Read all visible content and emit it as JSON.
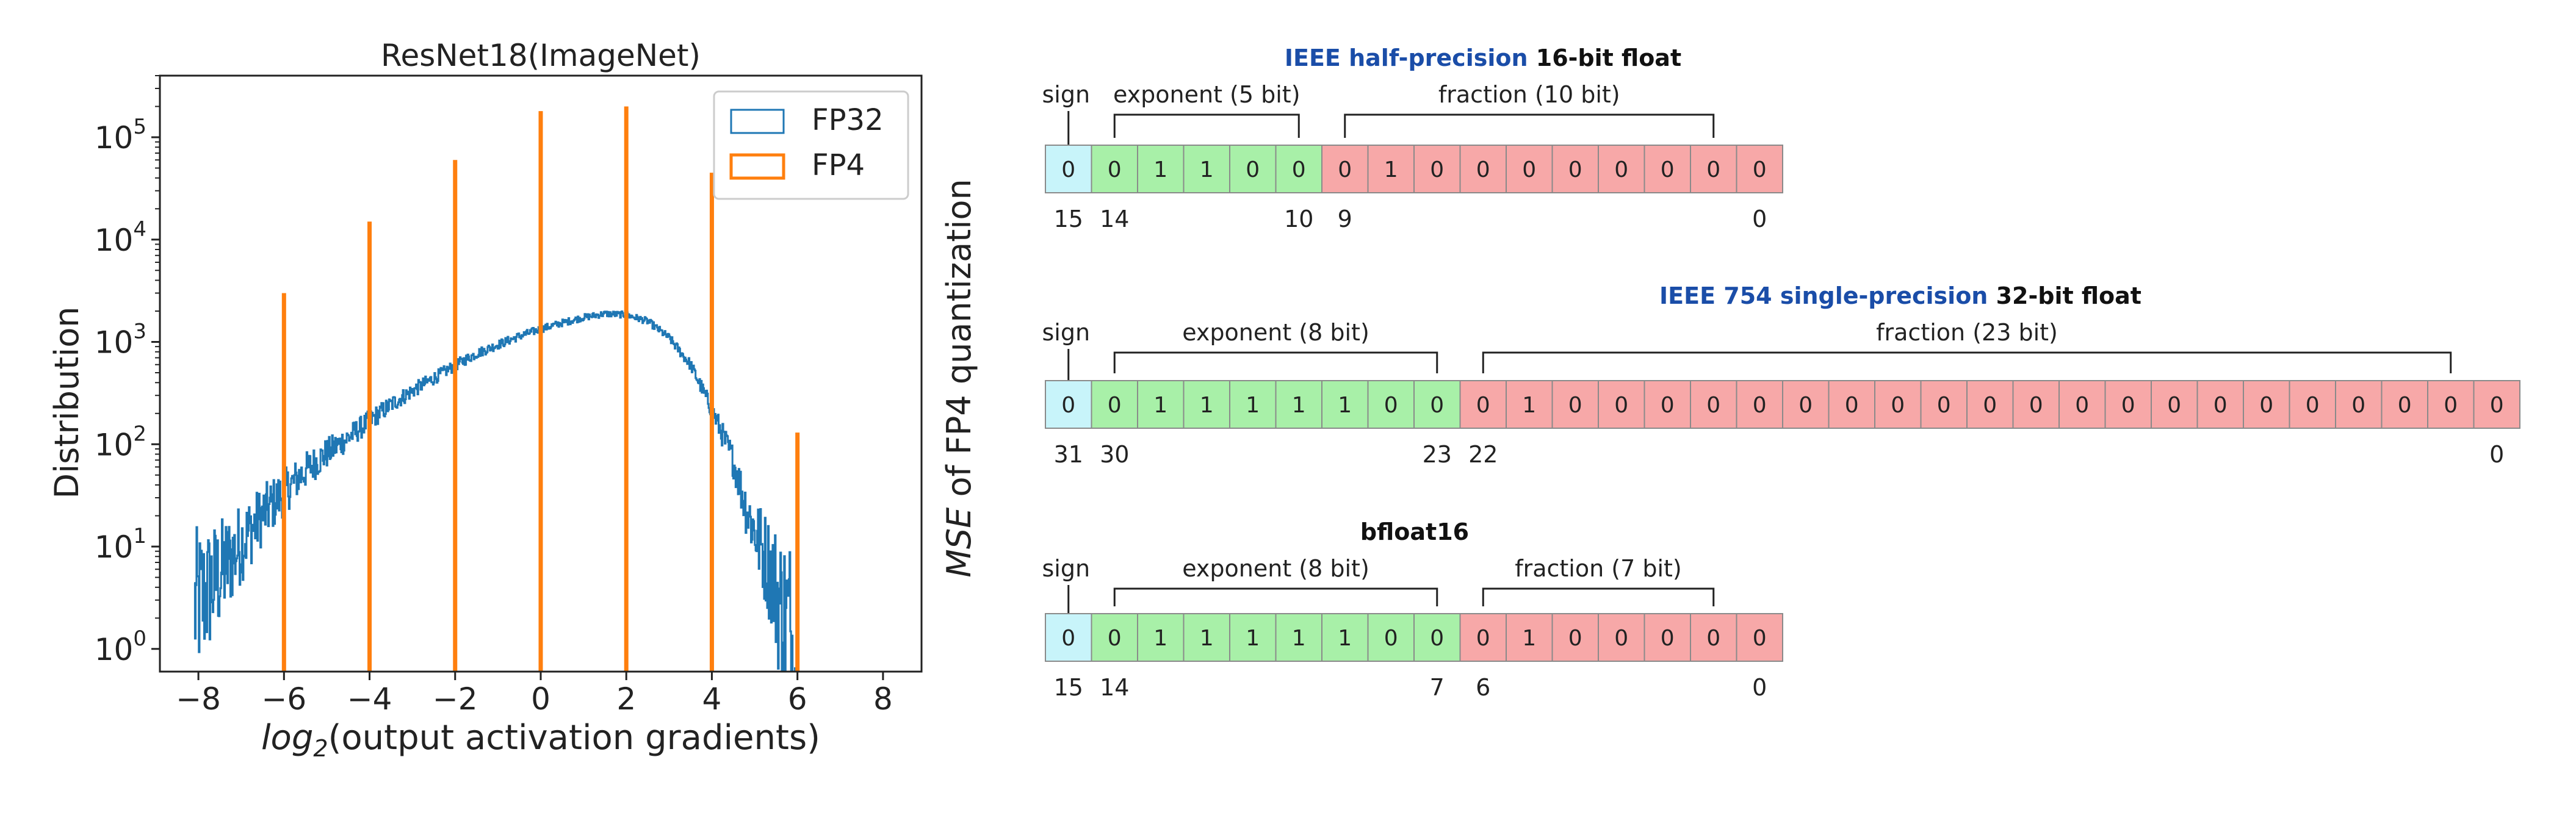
{
  "colors": {
    "fp32": "#1f77b4",
    "fp4": "#ff7f0e",
    "sign_cell": "#c8f4fa",
    "exponent_cell": "#a8f0a8",
    "fraction_cell": "#f7a8a8",
    "format_link": "#1a4da8"
  },
  "chart_data": {
    "type": "histogram",
    "title": "ResNet18(ImageNet)",
    "ylabel": "Distribution",
    "xlabel_math": "log",
    "xlabel_sub": "2",
    "xlabel_rest": "(output activation gradients)",
    "side_label_math": "MSE",
    "side_label_rest": " of FP4 quantization",
    "xlim": [
      -8.9,
      8.9
    ],
    "xticks": [
      -8,
      -6,
      -4,
      -2,
      0,
      2,
      4,
      6,
      8
    ],
    "xtick_labels": [
      "−8",
      "−6",
      "−4",
      "−2",
      "0",
      "2",
      "4",
      "6",
      "8"
    ],
    "yscale": "log",
    "ylim": [
      0.6,
      400000
    ],
    "yticks": [
      {
        "value": 1,
        "base": "10",
        "exp": "0"
      },
      {
        "value": 10,
        "base": "10",
        "exp": "1"
      },
      {
        "value": 100,
        "base": "10",
        "exp": "2"
      },
      {
        "value": 1000,
        "base": "10",
        "exp": "3"
      },
      {
        "value": 10000,
        "base": "10",
        "exp": "4"
      },
      {
        "value": 100000,
        "base": "10",
        "exp": "5"
      }
    ],
    "legend": {
      "placement": "top-right",
      "entries": [
        "FP32",
        "FP4"
      ]
    },
    "series": [
      {
        "name": "FP32",
        "style": "step",
        "x": [
          -8.1,
          -7.5,
          -7.0,
          -6.5,
          -6.0,
          -5.5,
          -5.0,
          -4.5,
          -4.0,
          -3.5,
          -3.0,
          -2.5,
          -2.0,
          -1.5,
          -1.0,
          -0.5,
          0.0,
          0.5,
          1.0,
          1.5,
          2.0,
          2.5,
          3.0,
          3.5,
          4.0,
          4.5,
          4.8,
          5.1,
          5.4,
          5.6,
          5.8,
          5.95,
          6.05
        ],
        "y": [
          3,
          6,
          12,
          22,
          36,
          58,
          85,
          120,
          175,
          250,
          340,
          450,
          600,
          780,
          950,
          1150,
          1350,
          1550,
          1750,
          1900,
          1850,
          1600,
          1100,
          600,
          220,
          70,
          25,
          12,
          6,
          3,
          2,
          1,
          0.7
        ]
      },
      {
        "name": "FP4",
        "style": "spikes",
        "x": [
          -6,
          -4,
          -2,
          0,
          2,
          4,
          6
        ],
        "y": [
          3000,
          15000,
          60000,
          180000,
          200000,
          45000,
          130
        ]
      }
    ]
  },
  "float_formats": [
    {
      "title_link": "IEEE half-precision",
      "title_rest": " 16-bit float",
      "sign_label": "sign",
      "exponent_label": "exponent (5 bit)",
      "fraction_label": "fraction (10 bit)",
      "bits": [
        "0",
        "0",
        "1",
        "1",
        "0",
        "0",
        "0",
        "1",
        "0",
        "0",
        "0",
        "0",
        "0",
        "0",
        "0",
        "0"
      ],
      "exponent_bits": 5,
      "index_labels": [
        {
          "bit": 0,
          "text": "15"
        },
        {
          "bit": 1,
          "text": "14"
        },
        {
          "bit": 5,
          "text": "10"
        },
        {
          "bit": 6,
          "text": "9"
        },
        {
          "bit": 15,
          "text": "0"
        }
      ]
    },
    {
      "title_link": "IEEE 754 single-precision",
      "title_rest": " 32-bit float",
      "sign_label": "sign",
      "exponent_label": "exponent (8 bit)",
      "fraction_label": "fraction (23 bit)",
      "bits": [
        "0",
        "0",
        "1",
        "1",
        "1",
        "1",
        "1",
        "0",
        "0",
        "0",
        "1",
        "0",
        "0",
        "0",
        "0",
        "0",
        "0",
        "0",
        "0",
        "0",
        "0",
        "0",
        "0",
        "0",
        "0",
        "0",
        "0",
        "0",
        "0",
        "0",
        "0",
        "0"
      ],
      "exponent_bits": 8,
      "index_labels": [
        {
          "bit": 0,
          "text": "31"
        },
        {
          "bit": 1,
          "text": "30"
        },
        {
          "bit": 8,
          "text": "23"
        },
        {
          "bit": 9,
          "text": "22"
        },
        {
          "bit": 31,
          "text": "0"
        }
      ]
    },
    {
      "title_link": "",
      "title_rest": "bfloat16",
      "sign_label": "sign",
      "exponent_label": "exponent (8 bit)",
      "fraction_label": "fraction (7 bit)",
      "bits": [
        "0",
        "0",
        "1",
        "1",
        "1",
        "1",
        "1",
        "0",
        "0",
        "0",
        "1",
        "0",
        "0",
        "0",
        "0",
        "0"
      ],
      "exponent_bits": 8,
      "index_labels": [
        {
          "bit": 0,
          "text": "15"
        },
        {
          "bit": 1,
          "text": "14"
        },
        {
          "bit": 8,
          "text": "7"
        },
        {
          "bit": 9,
          "text": "6"
        },
        {
          "bit": 15,
          "text": "0"
        }
      ]
    }
  ]
}
